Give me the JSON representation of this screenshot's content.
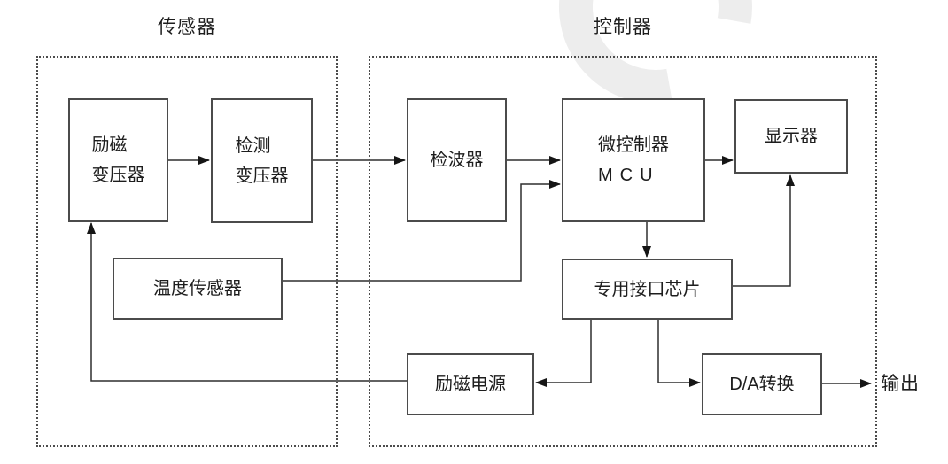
{
  "diagram": {
    "groups": [
      {
        "name": "sensor",
        "title": "传感器"
      },
      {
        "name": "controller",
        "title": "控制器"
      }
    ],
    "nodes": {
      "excitation_transformer": {
        "line1": "励磁",
        "line2": "变压器"
      },
      "detection_transformer": {
        "line1": "检测",
        "line2": "变压器"
      },
      "detector": {
        "label": "检波器"
      },
      "mcu": {
        "line1": "微控制器",
        "line2": "MCU"
      },
      "display": {
        "label": "显示器"
      },
      "temperature_sensor": {
        "label": "温度传感器"
      },
      "interface_chip": {
        "label": "专用接口芯片"
      },
      "excitation_power": {
        "label": "励磁电源"
      },
      "da_converter": {
        "label": "D/A转换"
      }
    },
    "output_label": "输出",
    "connections": [
      {
        "from": "excitation_transformer",
        "to": "detection_transformer"
      },
      {
        "from": "detection_transformer",
        "to": "detector"
      },
      {
        "from": "detector",
        "to": "mcu"
      },
      {
        "from": "temperature_sensor",
        "to": "mcu"
      },
      {
        "from": "mcu",
        "to": "display"
      },
      {
        "from": "mcu",
        "to": "interface_chip"
      },
      {
        "from": "interface_chip",
        "to": "display"
      },
      {
        "from": "interface_chip",
        "to": "excitation_power"
      },
      {
        "from": "interface_chip",
        "to": "da_converter"
      },
      {
        "from": "excitation_power",
        "to": "excitation_transformer"
      },
      {
        "from": "da_converter",
        "to": "output"
      }
    ],
    "colors": {
      "line": "#2f2f2f",
      "arrow": "#151515",
      "box_border": "#4b4b4b",
      "text": "#1d1d1d",
      "watermark": "#ededed"
    }
  }
}
